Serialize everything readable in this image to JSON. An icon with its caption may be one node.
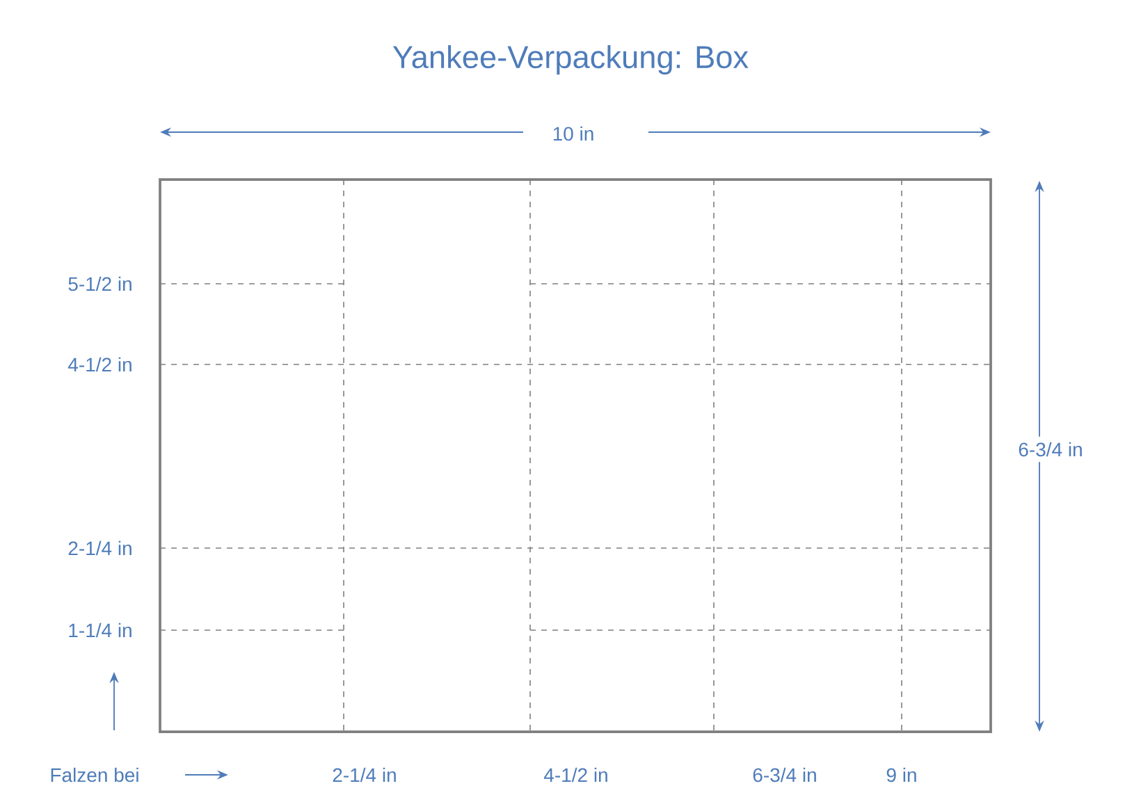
{
  "diagram": {
    "title": "Yankee-Verpackung: Box",
    "labels": [
      "10 in",
      "5-1/2 in",
      "4-1/2 in",
      "6-3/4 in",
      "2-1/4 in",
      "1-1/4 in",
      "Falzen bei",
      "2-1/4 in",
      "4-1/2 in",
      "6-3/4 in",
      "9 in"
    ]
  }
}
